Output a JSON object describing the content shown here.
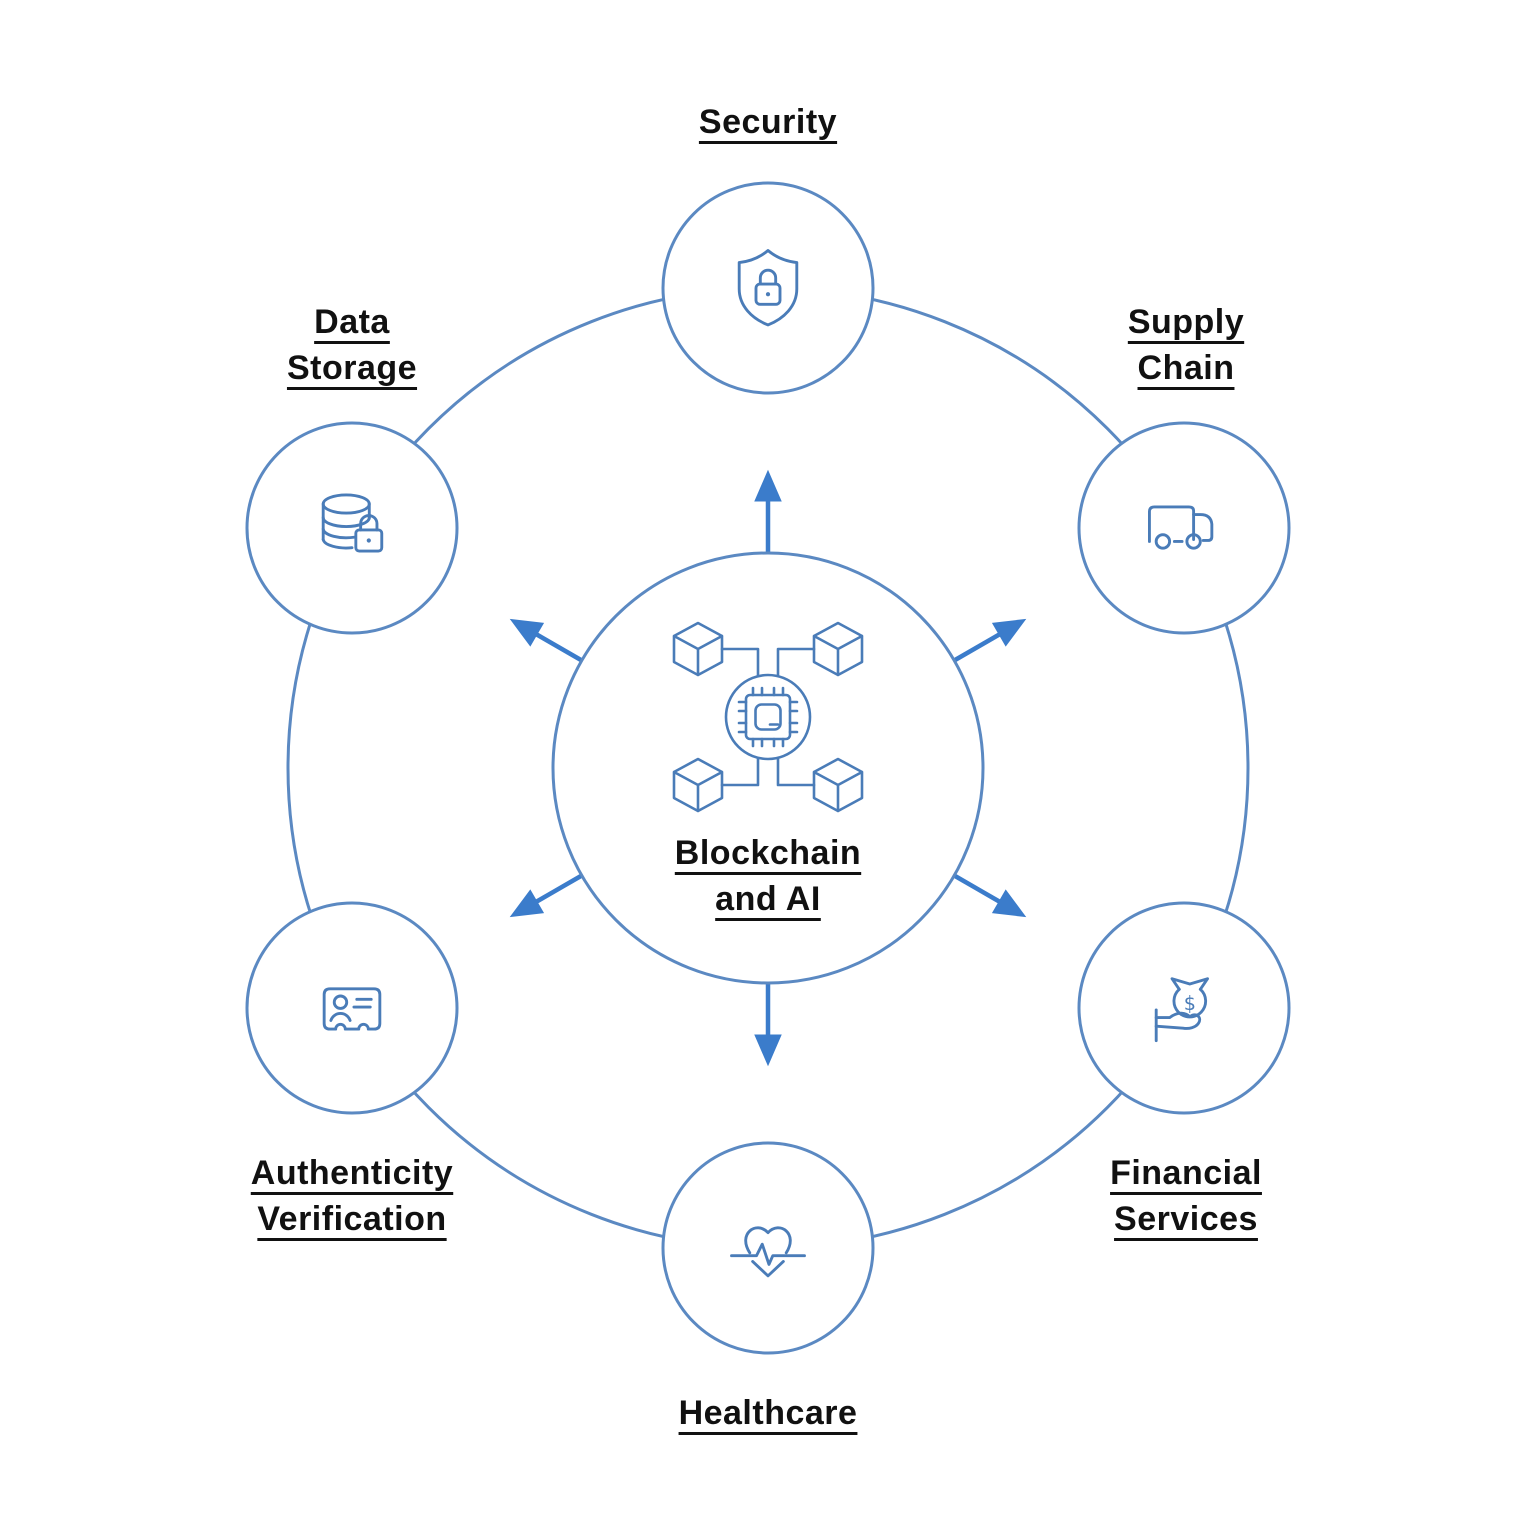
{
  "diagram_title": "Blockchain and AI",
  "colors": {
    "circle_stroke": "#5b89c2",
    "icon_stroke": "#4a7cb8",
    "arrow": "#3b7ccb",
    "label_text": "#111111",
    "background": "#ffffff"
  },
  "center": {
    "label_lines": [
      "Blockchain",
      "and AI"
    ],
    "icon": "blockchain-network-icon"
  },
  "nodes": [
    {
      "id": "security",
      "label_lines": [
        "Security"
      ],
      "icon": "shield-lock-icon",
      "position": "top"
    },
    {
      "id": "supply-chain",
      "label_lines": [
        "Supply",
        "Chain"
      ],
      "icon": "delivery-truck-icon",
      "position": "top-right"
    },
    {
      "id": "financial-services",
      "label_lines": [
        "Financial",
        "Services"
      ],
      "icon": "money-bag-hand-icon",
      "position": "bottom-right"
    },
    {
      "id": "healthcare",
      "label_lines": [
        "Healthcare"
      ],
      "icon": "heart-pulse-icon",
      "position": "bottom"
    },
    {
      "id": "authenticity-verification",
      "label_lines": [
        "Authenticity",
        "Verification"
      ],
      "icon": "id-card-icon",
      "position": "bottom-left"
    },
    {
      "id": "data-storage",
      "label_lines": [
        "Data",
        "Storage"
      ],
      "icon": "database-lock-icon",
      "position": "top-left"
    }
  ]
}
